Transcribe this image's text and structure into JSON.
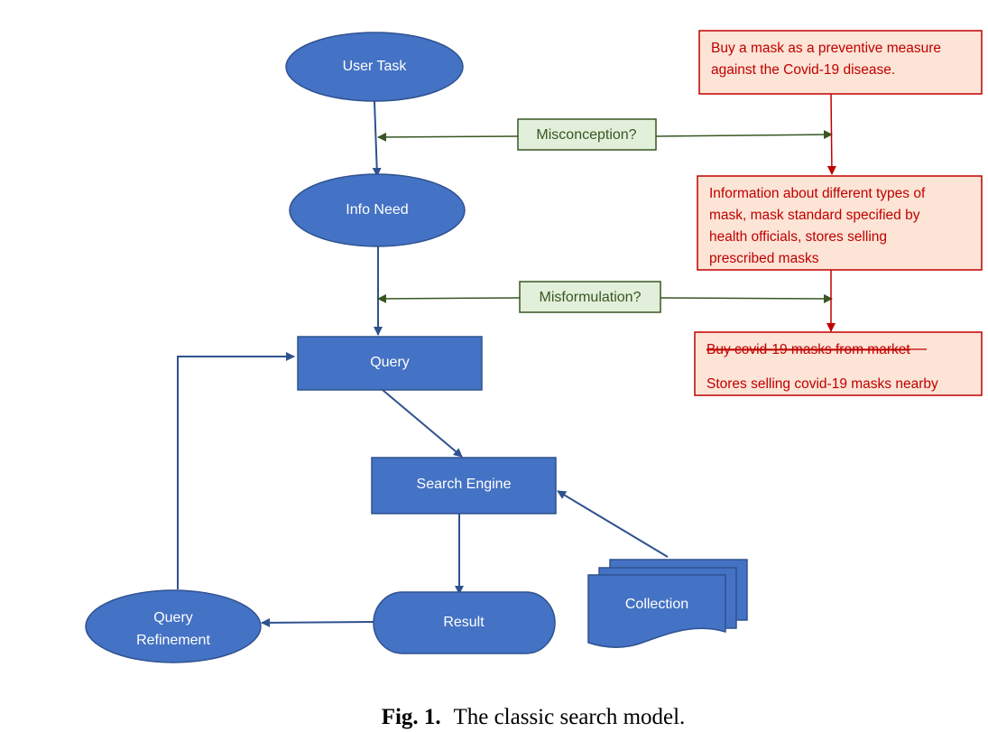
{
  "colors": {
    "node_fill": "#4472c4",
    "node_stroke": "#2f528f",
    "flow_arrow": "#2f528f",
    "note_fill": "#fce4d6",
    "note_stroke": "#c00000",
    "note_text": "#c00000",
    "label_fill": "#e2efda",
    "label_stroke": "#375623",
    "label_text": "#375623"
  },
  "nodes": {
    "user_task": "User Task",
    "info_need": "Info Need",
    "query": "Query",
    "search_engine": "Search Engine",
    "result": "Result",
    "query_refinement_line1": "Query",
    "query_refinement_line2": "Refinement",
    "collection": "Collection"
  },
  "labels": {
    "misconception": "Misconception?",
    "misformulation": "Misformulation?"
  },
  "notes": {
    "task_line1": "Buy a mask as a preventive  measure",
    "task_line2": "against the Covid-19 disease.",
    "need_line1": "Information about different types of",
    "need_line2": "mask, mask standard specified by",
    "need_line3": "health officials, stores selling",
    "need_line4": "prescribed masks",
    "query_struck": "Buy covid-19 masks from market",
    "query_line": "Stores selling covid-19 masks nearby"
  },
  "caption": {
    "label": "Fig. 1.",
    "text": "The classic search model."
  }
}
